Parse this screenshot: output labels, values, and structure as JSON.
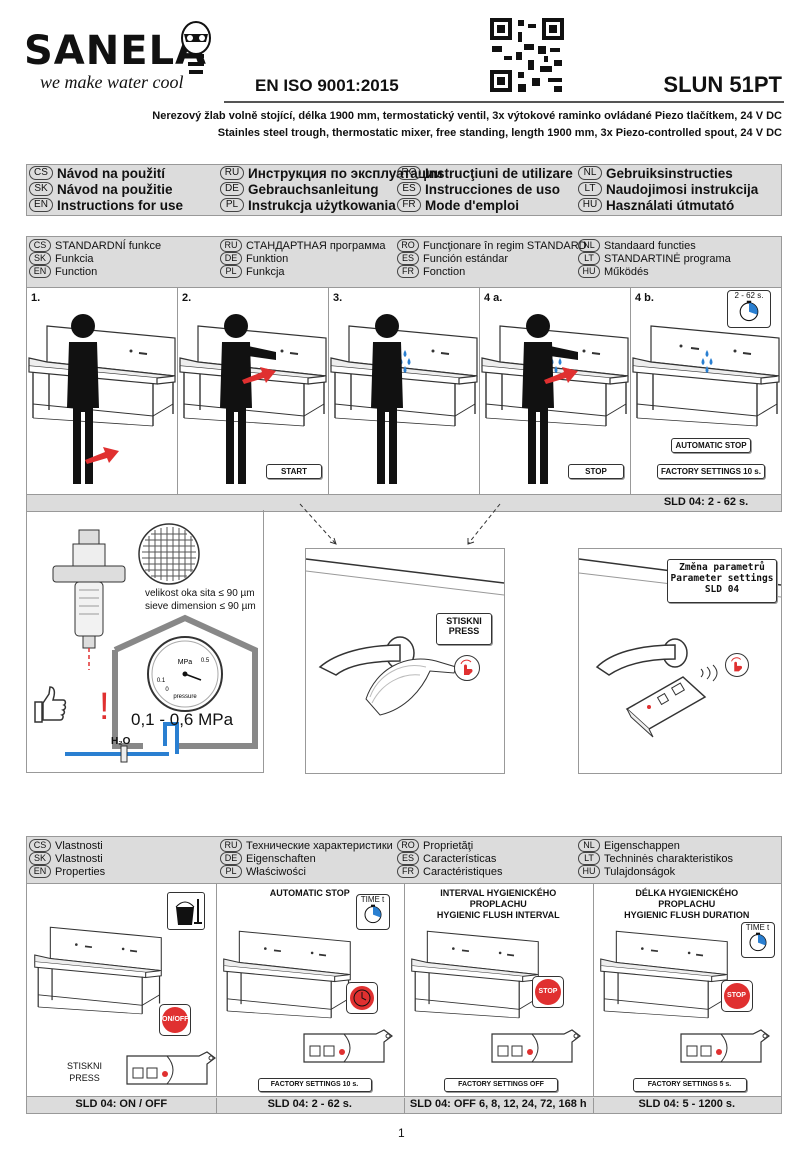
{
  "header": {
    "brand": "SANELA",
    "slogan": "we make water cool",
    "iso": "EN ISO 9001:2015",
    "model": "SLUN 51PT",
    "desc_cs": "Nerezový žlab volně stojící, délka 1900 mm, termostatický ventil, 3x výtokové raminko ovládané Piezo tlačítkem, 24 V DC",
    "desc_en": "Stainles steel trough, thermostatic mixer, free standing, length 1900 mm, 3x Piezo-controlled spout, 24 V DC"
  },
  "manual_langs": [
    [
      {
        "code": "CS",
        "label": "Návod na použití"
      },
      {
        "code": "RU",
        "label": "Инструкция по эксплуатации"
      },
      {
        "code": "RO",
        "label": "Instrucţiuni de utilizare"
      },
      {
        "code": "NL",
        "label": "Gebruiksinstructies"
      }
    ],
    [
      {
        "code": "SK",
        "label": "Návod na použitie"
      },
      {
        "code": "DE",
        "label": "Gebrauchsanleitung"
      },
      {
        "code": "ES",
        "label": "Instrucciones de uso"
      },
      {
        "code": "LT",
        "label": "Naudojimosi instrukcija"
      }
    ],
    [
      {
        "code": "EN",
        "label": "Instructions for use"
      },
      {
        "code": "PL",
        "label": "Instrukcja użytkowania"
      },
      {
        "code": "FR",
        "label": "Mode d'emploi"
      },
      {
        "code": "HU",
        "label": "Használati útmutató"
      }
    ]
  ],
  "function_langs": [
    [
      {
        "code": "CS",
        "label": "STANDARDNÍ funkce"
      },
      {
        "code": "RU",
        "label": "СТАНДАРТНАЯ программа"
      },
      {
        "code": "RO",
        "label": "Funcţionare în regim STANDARD"
      },
      {
        "code": "NL",
        "label": "Standaard functies"
      }
    ],
    [
      {
        "code": "SK",
        "label": "Funkcia"
      },
      {
        "code": "DE",
        "label": "Funktion"
      },
      {
        "code": "ES",
        "label": "Función estándar"
      },
      {
        "code": "LT",
        "label": "STANDARTINĖ programa"
      }
    ],
    [
      {
        "code": "EN",
        "label": "Function"
      },
      {
        "code": "PL",
        "label": "Funkcja"
      },
      {
        "code": "FR",
        "label": "Fonction"
      },
      {
        "code": "HU",
        "label": "Működés"
      }
    ]
  ],
  "steps": [
    {
      "num": "1.",
      "button": ""
    },
    {
      "num": "2.",
      "button": "START"
    },
    {
      "num": "3.",
      "button": ""
    },
    {
      "num": "4 a.",
      "button": "STOP"
    },
    {
      "num": "4 b.",
      "button": "AUTOMATIC STOP",
      "timer": "2 - 62 s.",
      "factory": "FACTORY SETTINGS 10 s."
    }
  ],
  "step_footer": "SLD 04: 2 - 62 s.",
  "install": {
    "sieve_cs": "velikost oka sita ≤ 90 µm",
    "sieve_en": "sieve dimension ≤ 90 µm",
    "pressure": "0,1 - 0,6 MPa",
    "gauge_unit": "MPa",
    "gauge_label": "pressure",
    "gauge_min": "0",
    "gauge_tick1": "0.1",
    "gauge_tick2": "0.5",
    "water": "H₂O",
    "warning": "!"
  },
  "press_panel": {
    "label1": "STISKNI",
    "label2": "PRESS"
  },
  "param_panel": {
    "line1": "Změna parametrů",
    "line2": "Parameter settings",
    "line3": "SLD 04"
  },
  "properties_langs": [
    [
      {
        "code": "CS",
        "label": "Vlastnosti"
      },
      {
        "code": "RU",
        "label": "Технические характеристики"
      },
      {
        "code": "RO",
        "label": "Proprietăţi"
      },
      {
        "code": "NL",
        "label": "Eigenschappen"
      }
    ],
    [
      {
        "code": "SK",
        "label": "Vlastnosti"
      },
      {
        "code": "DE",
        "label": "Eigenschaften"
      },
      {
        "code": "ES",
        "label": "Características"
      },
      {
        "code": "LT",
        "label": "Techninės charakteristikos"
      }
    ],
    [
      {
        "code": "EN",
        "label": "Properties"
      },
      {
        "code": "PL",
        "label": "Właściwości"
      },
      {
        "code": "FR",
        "label": "Caractéristiques"
      },
      {
        "code": "HU",
        "label": "Tulajdonságok"
      }
    ]
  ],
  "properties": [
    {
      "title1": "",
      "title2": "",
      "title3": "",
      "button": "ON/OFF",
      "press1": "STISKNI",
      "press2": "PRESS",
      "factory": "",
      "footer": "SLD 04: ON / OFF"
    },
    {
      "title1": "AUTOMATIC STOP",
      "title2": "",
      "title3": "",
      "timer": "TIME t",
      "factory": "FACTORY SETTINGS 10 s.",
      "footer": "SLD 04: 2 - 62 s."
    },
    {
      "title1": "INTERVAL HYGIENICKÉHO",
      "title2": "PROPLACHU",
      "title3": "HYGIENIC FLUSH INTERVAL",
      "button": "STOP",
      "factory": "FACTORY SETTINGS OFF",
      "footer": "SLD 04: OFF 6, 8, 12, 24, 72, 168 h"
    },
    {
      "title1": "DÉLKA HYGIENICKÉHO",
      "title2": "PROPLACHU",
      "title3": "HYGIENIC FLUSH DURATION",
      "button": "STOP",
      "timer": "TIME t",
      "factory": "FACTORY SETTINGS 5 s.",
      "footer": "SLD 04: 5 - 1200 s."
    }
  ],
  "page_number": "1",
  "colors": {
    "accent_red": "#e03030",
    "gauge_blue": "#2a7fd1",
    "shade": "#dcdcdc"
  }
}
